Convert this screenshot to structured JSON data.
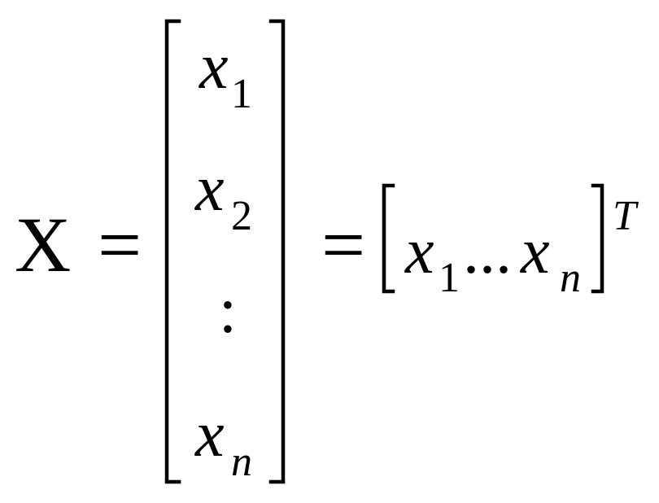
{
  "equation": {
    "lhs": "X",
    "equals": "=",
    "column_vector": {
      "entries": [
        {
          "base": "x",
          "sub": "1"
        },
        {
          "base": "x",
          "sub": "2"
        },
        {
          "base": "x",
          "sub": "n"
        }
      ],
      "vdots": ":"
    },
    "equals2": "=",
    "row_vector": {
      "first": {
        "base": "x",
        "sub": "1"
      },
      "ellipsis": "...",
      "last": {
        "base": "x",
        "sub": "n"
      },
      "superscript": "T"
    }
  }
}
